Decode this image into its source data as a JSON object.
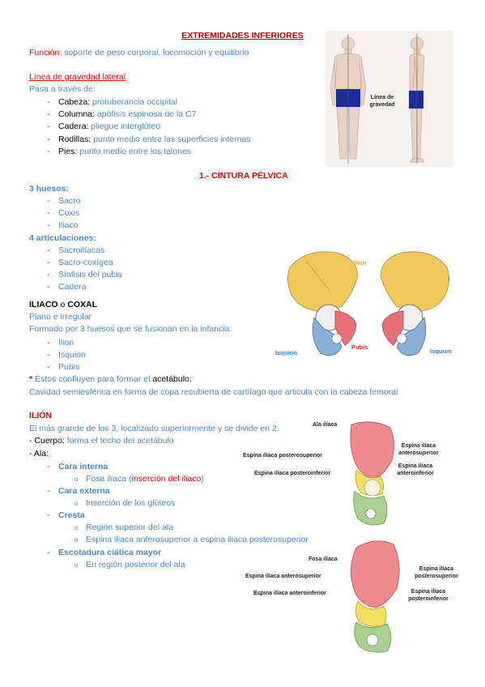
{
  "title": "EXTREMIDADES INFERIORES",
  "funcion": {
    "label": "Función",
    "text": "soporte de peso corporal, locomoción y equilibrio"
  },
  "gravedad": {
    "label": "Línea de gravedad lateral",
    "intro": "Pasa a través de:",
    "items": [
      {
        "k": "Cabeza",
        "v": "protuberancia occipital"
      },
      {
        "k": "Columna",
        "v": "apófisis espinosa de la C7"
      },
      {
        "k": "Cadera",
        "v": "pliegue interglúteo"
      },
      {
        "k": "Rodillas",
        "v": "punto medio entre las superficies internas"
      },
      {
        "k": "Pies",
        "v": "punto medio entre los talones"
      }
    ],
    "figure_label": "Línea de gravedad"
  },
  "cintura": {
    "heading": "1.- CINTURA PÉLVICA",
    "huesos_label": "3 huesos:",
    "huesos": [
      "Sacro",
      "Coxis",
      "Iliaco"
    ],
    "art_label": "4 articulaciones:",
    "art": [
      "Sacroilíacas",
      "Sacro-coxígea",
      "Sínfisis del pubis",
      "Cadera"
    ]
  },
  "coxal": {
    "heading_a": "ILIACO",
    "heading_o": "o",
    "heading_b": "COXAL",
    "line1": "Plano e irregular",
    "line2": "Formado por 3 huesos que se fusionan en la infancia:",
    "items": [
      "Ilion",
      "Isquion",
      "Pubis"
    ],
    "note_star": "*",
    "note_text": "Éstos confluyen para formar el",
    "note_bold": "acetábulo",
    "note_end": ":",
    "cavidad": "Cavidad semiesférica en forma de copa recubierta de cartílago que articula con la cabeza femoral",
    "fig_labels": {
      "ilion": "Ilion",
      "isquion_left": "Isquion",
      "pubis": "Pubis",
      "isquion_right": "Isquion"
    }
  },
  "ilion": {
    "heading": "ILIÓN",
    "intro": "El más grande de los 3, localizado superiormente y se divide en 2:",
    "cuerpo_k": "Cuerpo",
    "cuerpo_v": "forma el techo del acetábulo",
    "ala": "Ala:",
    "cara_interna": "Cara interna",
    "ci_item_a": "Fosa iliaca (",
    "ci_item_b": "inserción del iliaco",
    "ci_item_c": ")",
    "cara_externa": "Cara externa",
    "ce_item": "Inserción de los glúteos",
    "cresta": "Cresta",
    "cr_items": [
      "Región superior del ala",
      "Espina iliaca anterosuperior a espina iliaca posterosuperior"
    ],
    "escotadura": "Escotadura ciática mayor",
    "es_item": "En región posterior del ala"
  },
  "fig2_labels": {
    "ala": "Ala ilíaca",
    "eps": "Espina ilíaca posterosuperior",
    "epi": "Espina ilíaca posteroinferior",
    "eas": "Espina ilíaca anterosuperior",
    "eai": "Espina ilíaca anteroinferior"
  },
  "fig3_labels": {
    "fosa": "Fosa ilíaca",
    "eas": "Espina ilíaca anterosuperior",
    "eai": "Espina ilíaca anteroinferior",
    "eps": "Espina ilíaca posterosuperior",
    "epi": "Espina ilíaca posteroinferior"
  }
}
